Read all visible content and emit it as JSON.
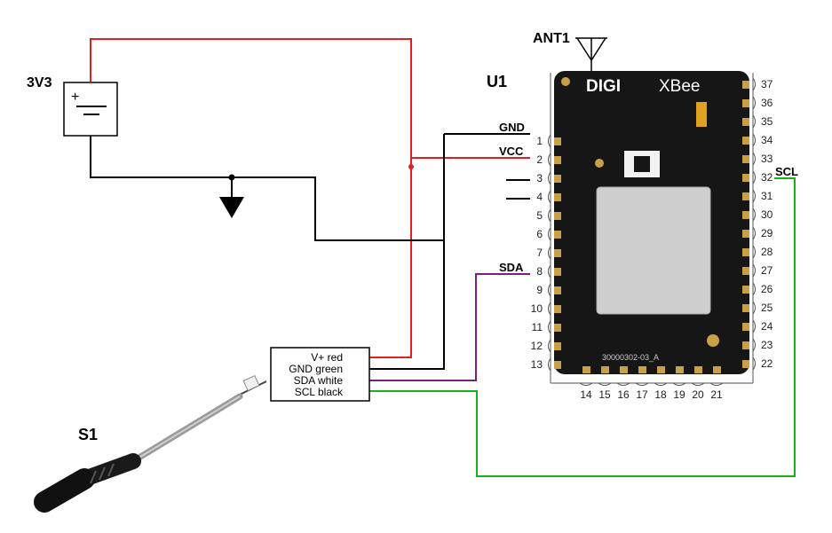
{
  "labels": {
    "battery": "3V3",
    "module": "U1",
    "antenna": "ANT1",
    "sensor": "S1",
    "plus": "+",
    "brand": "DIGI",
    "product": "XBee",
    "marking": "30000302-03_A"
  },
  "nets": {
    "gnd": "GND",
    "vcc": "VCC",
    "sda": "SDA",
    "scl": "SCL"
  },
  "sensor_pins": [
    "V+ red",
    "GND green",
    "SDA white",
    "SCL black"
  ],
  "module_pins": {
    "left": [
      "1",
      "2",
      "3",
      "4",
      "5",
      "6",
      "7",
      "8",
      "9",
      "10",
      "11",
      "12",
      "13"
    ],
    "bottom": [
      "14",
      "15",
      "16",
      "17",
      "18",
      "19",
      "20",
      "21"
    ],
    "right": [
      "22",
      "23",
      "24",
      "25",
      "26",
      "27",
      "28",
      "29",
      "30",
      "31",
      "32",
      "33",
      "34",
      "35",
      "36",
      "37"
    ]
  },
  "wire_colors": {
    "power": "#e02020",
    "ground": "#000000",
    "sda": "#7a1f7a",
    "scl": "#1ab01a"
  }
}
